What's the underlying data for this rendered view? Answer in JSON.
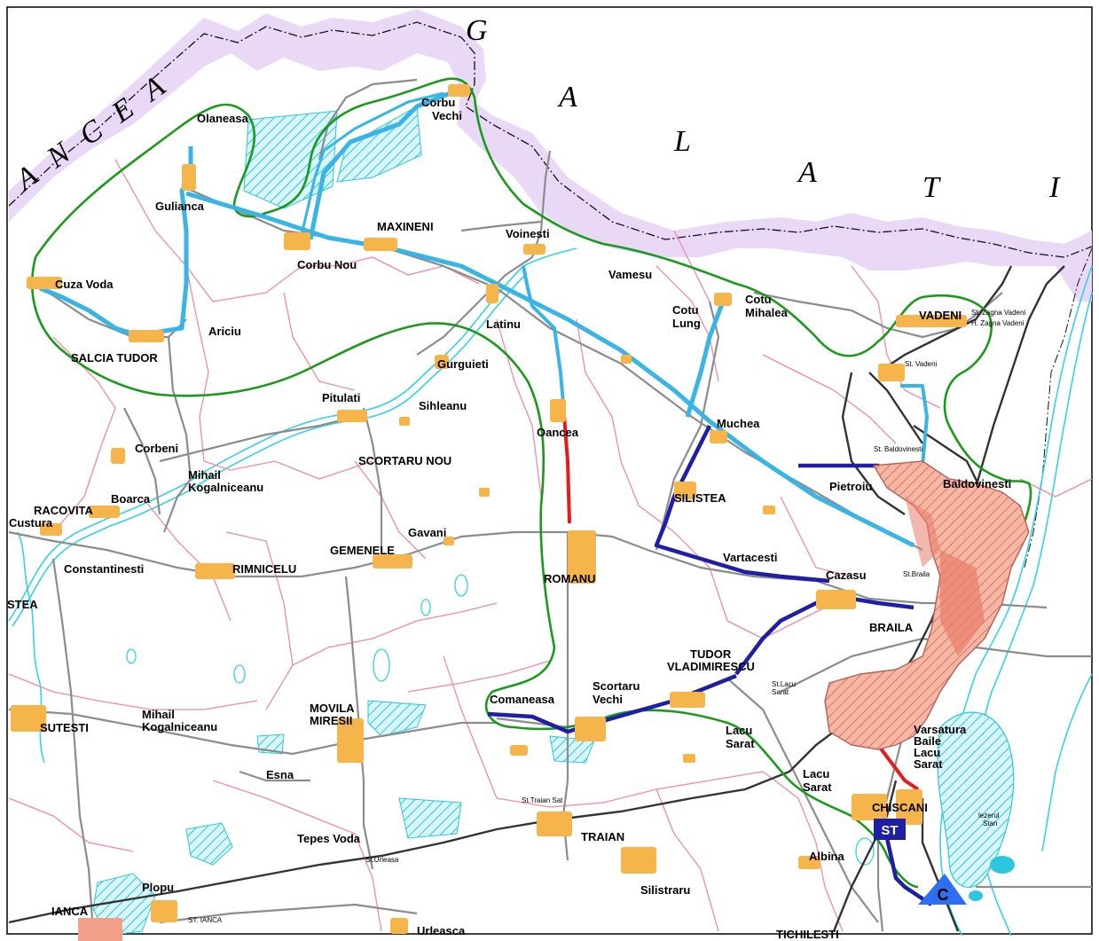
{
  "colors": {
    "green_boundary": "#1a9a1a",
    "blue_pipe": "#38b4e6",
    "dark_blue_pipe": "#1e1ea8",
    "red_pipe": "#e51c1c",
    "commune_borders": "#f08aa6",
    "roads": "#8c8c8c",
    "localities": "#f5b54a",
    "city_area": "#f2a08a",
    "water": "#35d2e6",
    "county_border_halo": "#e9d9f7",
    "railway": "#333333"
  },
  "counties": {
    "buzau_partial": "ANCEA",
    "galati_letters": [
      "G",
      "A",
      "L",
      "A",
      "T",
      "I"
    ]
  },
  "localities": {
    "olaneasa": "Olaneasa",
    "corbu_vechi": "Corbu\nVechi",
    "gulianca": "Gulianca",
    "maxineni": "MAXINENI",
    "corbu_nou": "Corbu  Nou",
    "voinesti": "Voinesti",
    "cuza_voda": "Cuza  Voda",
    "vamesu": "Vamesu",
    "cotu_mihalea": "Cotu\nMihalea",
    "cotu_lung": "Cotu\nLung",
    "vadeni": "VADENI",
    "latinu": "Latinu",
    "ariciu": "Ariciu",
    "salcia_tudor": "SALCIA  TUDOR",
    "gurguieti": "Gurguieti",
    "pitulati": "Pitulati",
    "sihleanu": "Sihleanu",
    "oancea": "Oancea",
    "muchea": "Muchea",
    "corbeni": "Corbeni",
    "scortaru_nou": "SCORTARU  NOU",
    "mihail_kogalniceanu_n": "Mihail\nKogalniceanu",
    "boarca": "Boarca",
    "racovita": "RACOVITA",
    "custura": "Custura",
    "silistea": "SILISTEA",
    "pietroiu": "Pietroiu",
    "baldovinesti": "Baldovinesti",
    "gavani": "Gavani",
    "constantinesti": "Constantinesti",
    "rimnicelu": "RIMNICELU",
    "gemenele": "GEMENELE",
    "romanu": "ROMANU",
    "vartacesti": "Vartacesti",
    "cazasu": "Cazasu",
    "braila": "BRAILA",
    "stea": "STEA",
    "tudor_vladimirescu": "TUDOR\nVLADIMIRESCU",
    "movila_miresii": "MOVILA\nMIRESII",
    "comaneasa": "Comaneasa",
    "scortaru_vechi": "Scortaru\nVechi",
    "sutesti": "SUTESTI",
    "mihail_kogalniceanu_s": "Mihail\nKogalniceanu",
    "lacu_sarat_n": "Lacu\nSarat",
    "varsatura": "Varsatura",
    "baile_lacu_sarat": "Baile\nLacu\nSarat",
    "esna": "Esna",
    "lacu_sarat_s": "Lacu\nSarat",
    "chiscani": "CHISCANI",
    "tepes_voda": "Tepes  Voda",
    "traian": "TRAIAN",
    "albina": "Albina",
    "plopu": "Plopu",
    "ianca": "IANCA",
    "urleasca": "Urleasca",
    "silistraru": "Silistraru",
    "tichilesti": "TICHILESTI"
  },
  "small_labels": {
    "st_zagna_vadeni": "St. Zagna Vadeni",
    "h_zagna_vadeni": "H. Zagna Vadeni",
    "st_vadeni": "St. Vadeni",
    "st_baldovinesti": "St. Baldovinesti",
    "st_braila": "St.Braila",
    "st_lacu_sarat": "St.Lacu\nSarat",
    "st_traian_sat": "St.Traian  Sat",
    "st_urleasa": "St.Urleasa",
    "st_ianca": "ST. IANCA",
    "lake_stan": "lezerul\nStan"
  },
  "symbols": {
    "st_marker": "ST",
    "c_marker": "C"
  }
}
